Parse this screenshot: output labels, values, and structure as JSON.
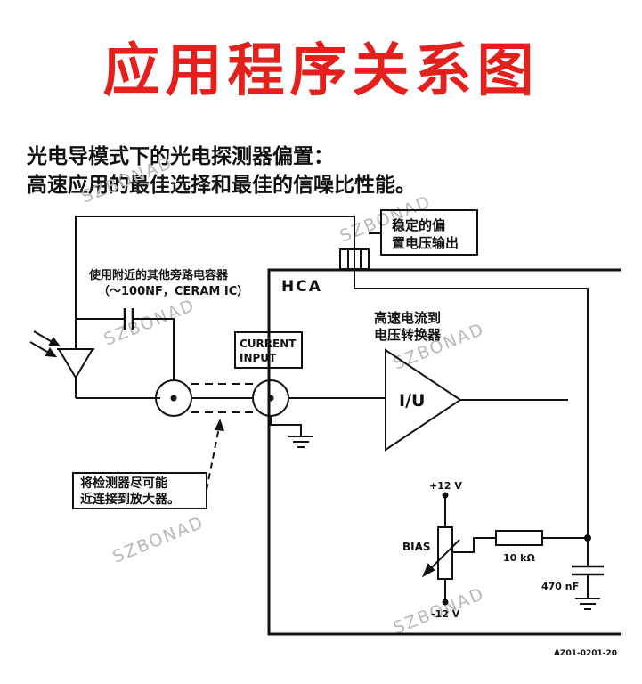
{
  "title": "应用程序关系图",
  "subtitle_line1": "光电导模式下的光电探测器偏置：",
  "subtitle_line2": "高速应用的最佳选择和最佳的信噪比性能。",
  "labels": {
    "stable_bias_1": "稳定的偏",
    "stable_bias_2": "置电压输出",
    "bypass_1": "使用附近的其他旁路电容器",
    "bypass_2": "（～100NF，CERAM IC）",
    "hca": "HCA",
    "current_input_1": "CURRENT",
    "current_input_2": "INPUT",
    "converter_1": "高速电流到",
    "converter_2": "电压转换器",
    "iu": "I/U",
    "detector_note_1": "将检测器尽可能",
    "detector_note_2": "近连接到放大器。",
    "plus12": "+12 V",
    "minus12": "-12 V",
    "bias": "BIAS",
    "resistor": "10 kΩ",
    "capacitor": "470 nF",
    "figure_code": "AZ01-0201-20"
  },
  "watermark": "SZBONAD"
}
